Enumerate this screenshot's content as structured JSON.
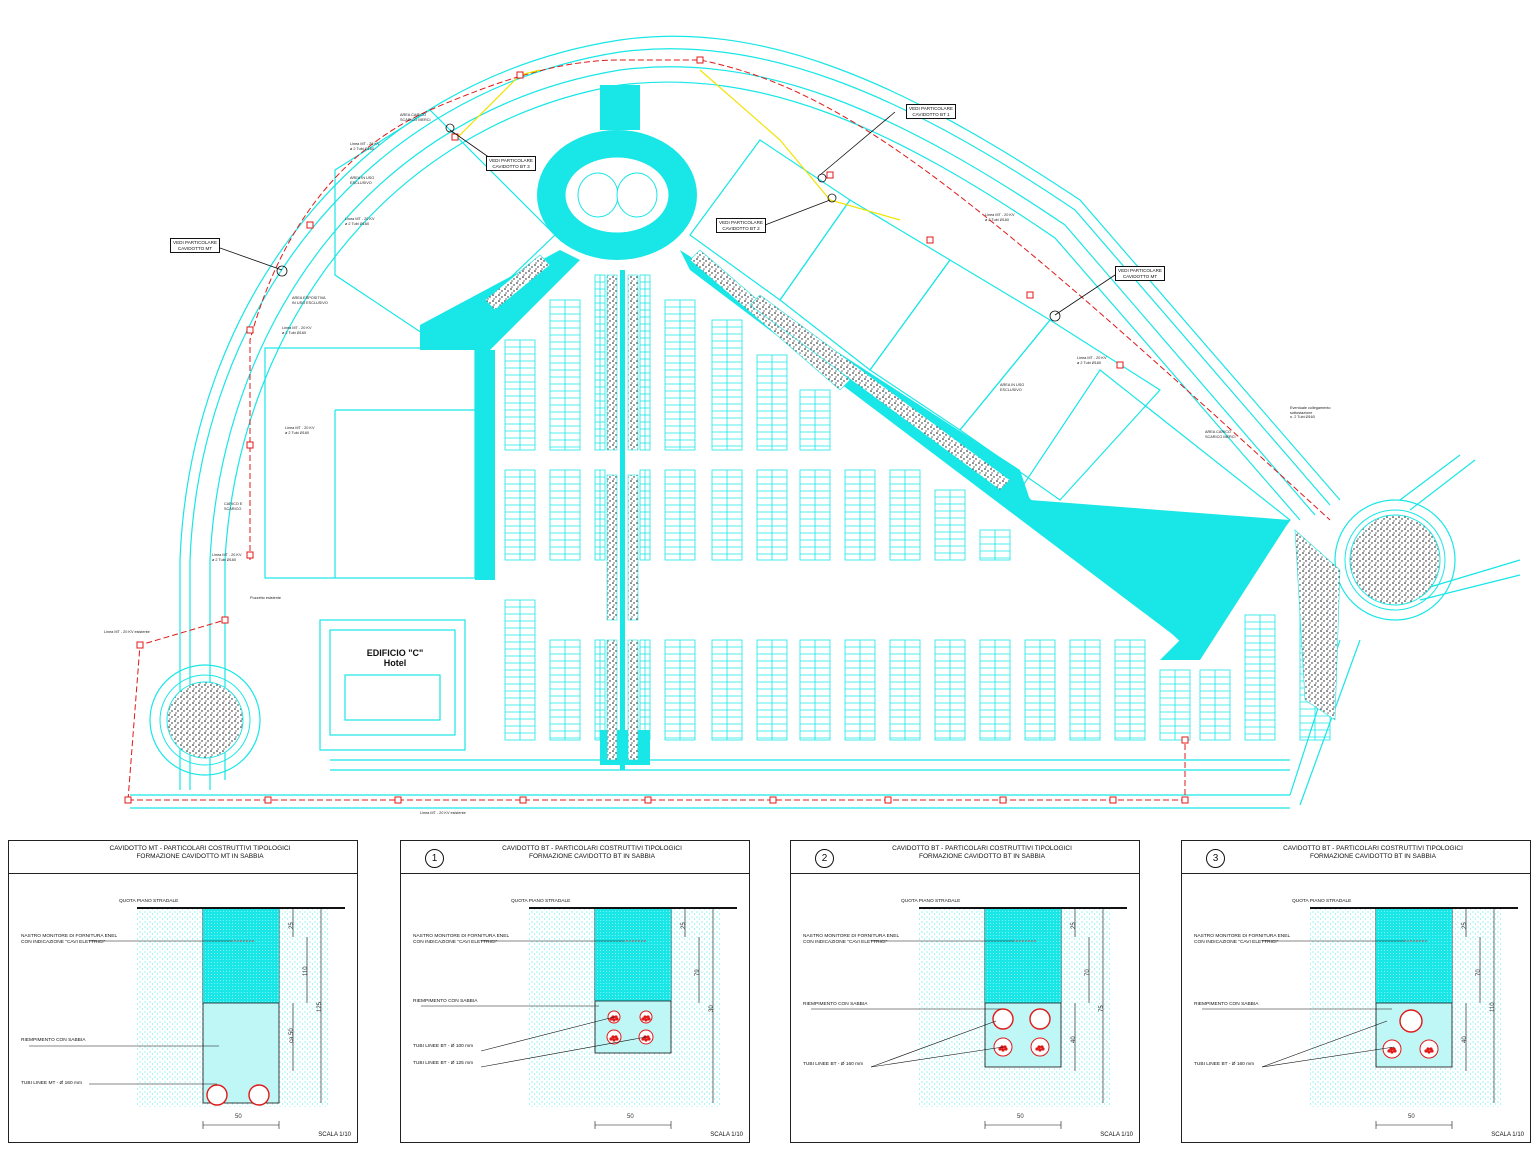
{
  "plan": {
    "building_c": {
      "line1": "EDIFICIO \"C\"",
      "line2": "Hotel"
    },
    "callouts": [
      {
        "id": "mt-left",
        "text": "VEDI PARTICOLARE\nCAVIDOTTO MT"
      },
      {
        "id": "bt3",
        "text": "VEDI PARTICOLARE\nCAVIDOTTO BT 3"
      },
      {
        "id": "bt1",
        "text": "VEDI PARTICOLARE\nCAVIDOTTO BT 1"
      },
      {
        "id": "bt2",
        "text": "VEDI PARTICOLARE\nCAVIDOTTO BT 2"
      },
      {
        "id": "mt-right",
        "text": "VEDI PARTICOLARE\nCAVIDOTTO MT"
      }
    ],
    "area_labels": [
      {
        "id": "area-carico",
        "text": "AREA CARICO\nSCARICO MERCI"
      },
      {
        "id": "area-uso-1",
        "text": "AREA IN USO\nESCLUSIVO"
      },
      {
        "id": "area-espositiva",
        "text": "AREA ESPOSITIVA\nIN USO ESCLUSIVO"
      },
      {
        "id": "carico-scarico",
        "text": "CARICO E\nSCARICO"
      },
      {
        "id": "area-uso-2",
        "text": "AREA IN USO\nESCLUSIVO"
      },
      {
        "id": "area-carico-2",
        "text": "AREA CARICO\nSCARICO MERCI"
      }
    ],
    "cable_labels": [
      {
        "id": "c1",
        "text": "Linea MT - 20 KV\nø 2 Tubi Ø160"
      },
      {
        "id": "c2",
        "text": "Linea MT - 20 KV\nø 2 Tubi Ø160"
      },
      {
        "id": "c3",
        "text": "Linea MT - 20 KV\nø 2 Tubi Ø160"
      },
      {
        "id": "c4",
        "text": "Linea MT - 20 KV\nø 2 Tubi Ø160"
      },
      {
        "id": "c5",
        "text": "Linea MT - 20 KV\nø 2 Tubi Ø160"
      },
      {
        "id": "c6",
        "text": "Linea MT - 20 KV\nø 2 Tubi Ø160"
      },
      {
        "id": "c7",
        "text": "Linea MT - 20 KV\nø 2 Tubi Ø160"
      },
      {
        "id": "c8",
        "text": "Linea MT - 20 KV esistente"
      },
      {
        "id": "c9",
        "text": "Linea MT - 20 KV esistente"
      },
      {
        "id": "c10",
        "text": "Pozzetto esistente"
      },
      {
        "id": "c11",
        "text": "Eventuale collegamento\nsottostazione\nn. 2 Tubi Ø160"
      }
    ]
  },
  "panels": [
    {
      "number": "",
      "title_line1": "CAVIDOTTO MT - PARTICOLARI COSTRUTTIVI TIPOLOGICI",
      "title_line2": "FORMAZIONE CAVIDOTTO MT IN SABBIA",
      "quota": "QUOTA PIANO STRADALE",
      "nastro": "NASTRO MONITORE DI FORNITURA ENEL\nCON INDICAZIONE \"CAVI ELETTRICI\"",
      "riempimento": "RIEMPIMENTO CON SABBIA",
      "tubi1": "TUBI LINEE MT - Ø 160 mm",
      "tubi2": "",
      "width_dim": "50",
      "dims": [
        "25",
        "110",
        "125",
        "ca.50"
      ],
      "scale": "SCALA 1/10"
    },
    {
      "number": "1",
      "title_line1": "CAVIDOTTO BT - PARTICOLARI COSTRUTTIVI TIPOLOGICI",
      "title_line2": "FORMAZIONE CAVIDOTTO BT IN SABBIA",
      "quota": "QUOTA PIANO STRADALE",
      "nastro": "NASTRO MONITORE DI FORNITURA ENEL\nCON INDICAZIONE \"CAVI ELETTRICI\"",
      "riempimento": "RIEMPIMENTO CON SABBIA",
      "tubi1": "TUBI LINEE BT - Ø 100 mm",
      "tubi2": "TUBI LINEE BT - Ø 125 mm",
      "width_dim": "50",
      "dims": [
        "25",
        "79",
        "30"
      ],
      "scale": "SCALA 1/10"
    },
    {
      "number": "2",
      "title_line1": "CAVIDOTTO BT - PARTICOLARI COSTRUTTIVI TIPOLOGICI",
      "title_line2": "FORMAZIONE CAVIDOTTO BT IN SABBIA",
      "quota": "QUOTA PIANO STRADALE",
      "nastro": "NASTRO MONITORE DI FORNITURA ENEL\nCON INDICAZIONE \"CAVI ELETTRICI\"",
      "riempimento": "RIEMPIMENTO CON SABBIA",
      "tubi1": "TUBI LINEE BT - Ø 160 mm",
      "tubi2": "",
      "width_dim": "50",
      "dims": [
        "25",
        "70",
        "75",
        "40"
      ],
      "scale": "SCALA 1/10"
    },
    {
      "number": "3",
      "title_line1": "CAVIDOTTO BT - PARTICOLARI COSTRUTTIVI TIPOLOGICI",
      "title_line2": "FORMAZIONE CAVIDOTTO BT IN SABBIA",
      "quota": "QUOTA PIANO STRADALE",
      "nastro": "NASTRO MONITORE DI FORNITURA ENEL\nCON INDICAZIONE \"CAVI ELETTRICI\"",
      "riempimento": "RIEMPIMENTO CON SABBIA",
      "tubi1": "TUBI LINEE BT - Ø 160 mm",
      "tubi2": "",
      "width_dim": "50",
      "dims": [
        "25",
        "70",
        "110",
        "40"
      ],
      "scale": "SCALA 1/10"
    }
  ],
  "colors": {
    "cyan": "#19e6e6",
    "red": "#e01818",
    "yellow": "#f2e200",
    "ink": "#111111"
  }
}
